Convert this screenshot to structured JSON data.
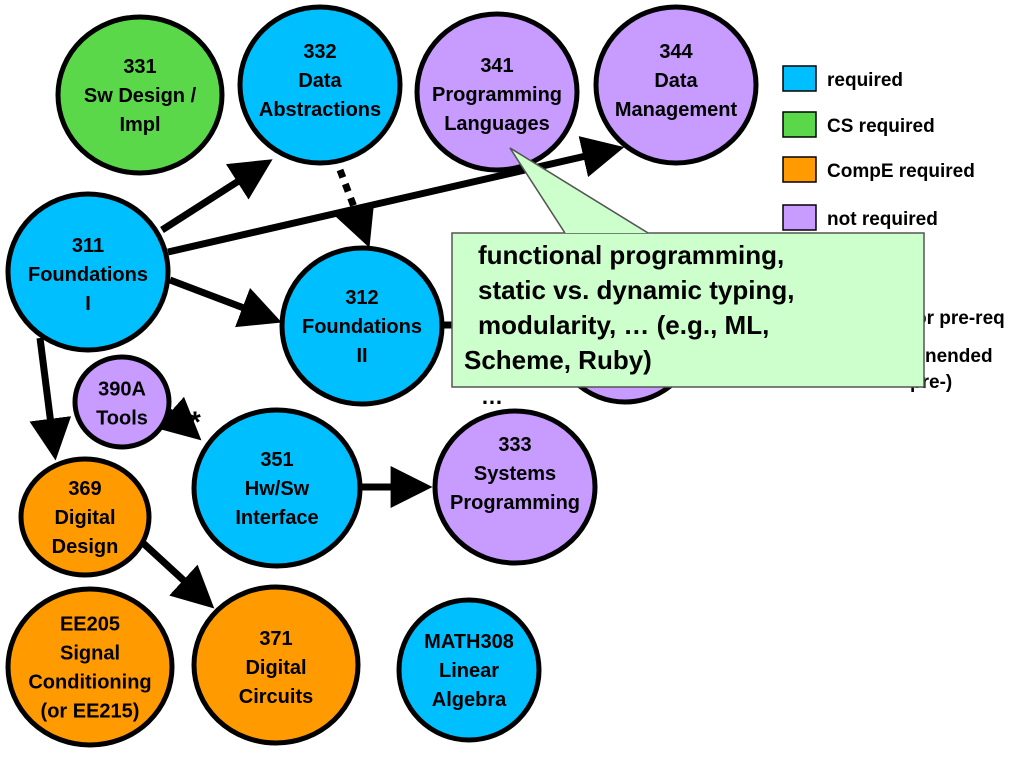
{
  "colors": {
    "required": "#00bfff",
    "cs_required": "#5ad84a",
    "compe_required": "#ff9a00",
    "not_required": "#c79bff",
    "callout": "#ccffcc"
  },
  "nodes": [
    {
      "id": "n331",
      "color": "cs_required",
      "lines": [
        "331",
        "Sw Design /",
        "Impl"
      ]
    },
    {
      "id": "n332",
      "color": "required",
      "lines": [
        "332",
        "Data",
        "Abstractions"
      ]
    },
    {
      "id": "n341",
      "color": "not_required",
      "lines": [
        "341",
        "Programming",
        "Languages"
      ]
    },
    {
      "id": "n344",
      "color": "not_required",
      "lines": [
        "344",
        "Data",
        "Management"
      ]
    },
    {
      "id": "n311",
      "color": "required",
      "lines": [
        "311",
        "Foundations",
        "I"
      ]
    },
    {
      "id": "n312",
      "color": "required",
      "lines": [
        "312",
        "Foundations",
        "II"
      ]
    },
    {
      "id": "n390a",
      "color": "not_required",
      "lines": [
        "390A",
        "Tools"
      ]
    },
    {
      "id": "n351",
      "color": "required",
      "lines": [
        "351",
        "Hw/Sw",
        "Interface"
      ]
    },
    {
      "id": "n333",
      "color": "not_required",
      "lines": [
        "333",
        "Systems",
        "Programming"
      ]
    },
    {
      "id": "n369",
      "color": "compe_required",
      "lines": [
        "369",
        "Digital",
        "Design"
      ]
    },
    {
      "id": "n371",
      "color": "compe_required",
      "lines": [
        "371",
        "Digital",
        "Circuits"
      ]
    },
    {
      "id": "ee205",
      "color": "compe_required",
      "lines": [
        "EE205",
        "Signal",
        "Conditioning",
        "(or EE215)"
      ]
    },
    {
      "id": "math308",
      "color": "required",
      "lines": [
        "MATH308",
        "Linear",
        "Algebra"
      ]
    },
    {
      "id": "hidden",
      "color": "not_required",
      "lines": []
    }
  ],
  "legend": [
    {
      "color": "required",
      "label": "required"
    },
    {
      "color": "cs_required",
      "label": "CS required"
    },
    {
      "color": "compe_required",
      "label": "CompE required"
    },
    {
      "color": "not_required",
      "label": "not required"
    }
  ],
  "legend_partial": [
    "or pre-req",
    "nended",
    "pre-)"
  ],
  "callout": {
    "lines": [
      "functional programming,",
      "static vs. dynamic typing,",
      "modularity, … (e.g., ML,",
      "Scheme,  Ruby)"
    ]
  },
  "ellipsis": "…",
  "star": "*"
}
